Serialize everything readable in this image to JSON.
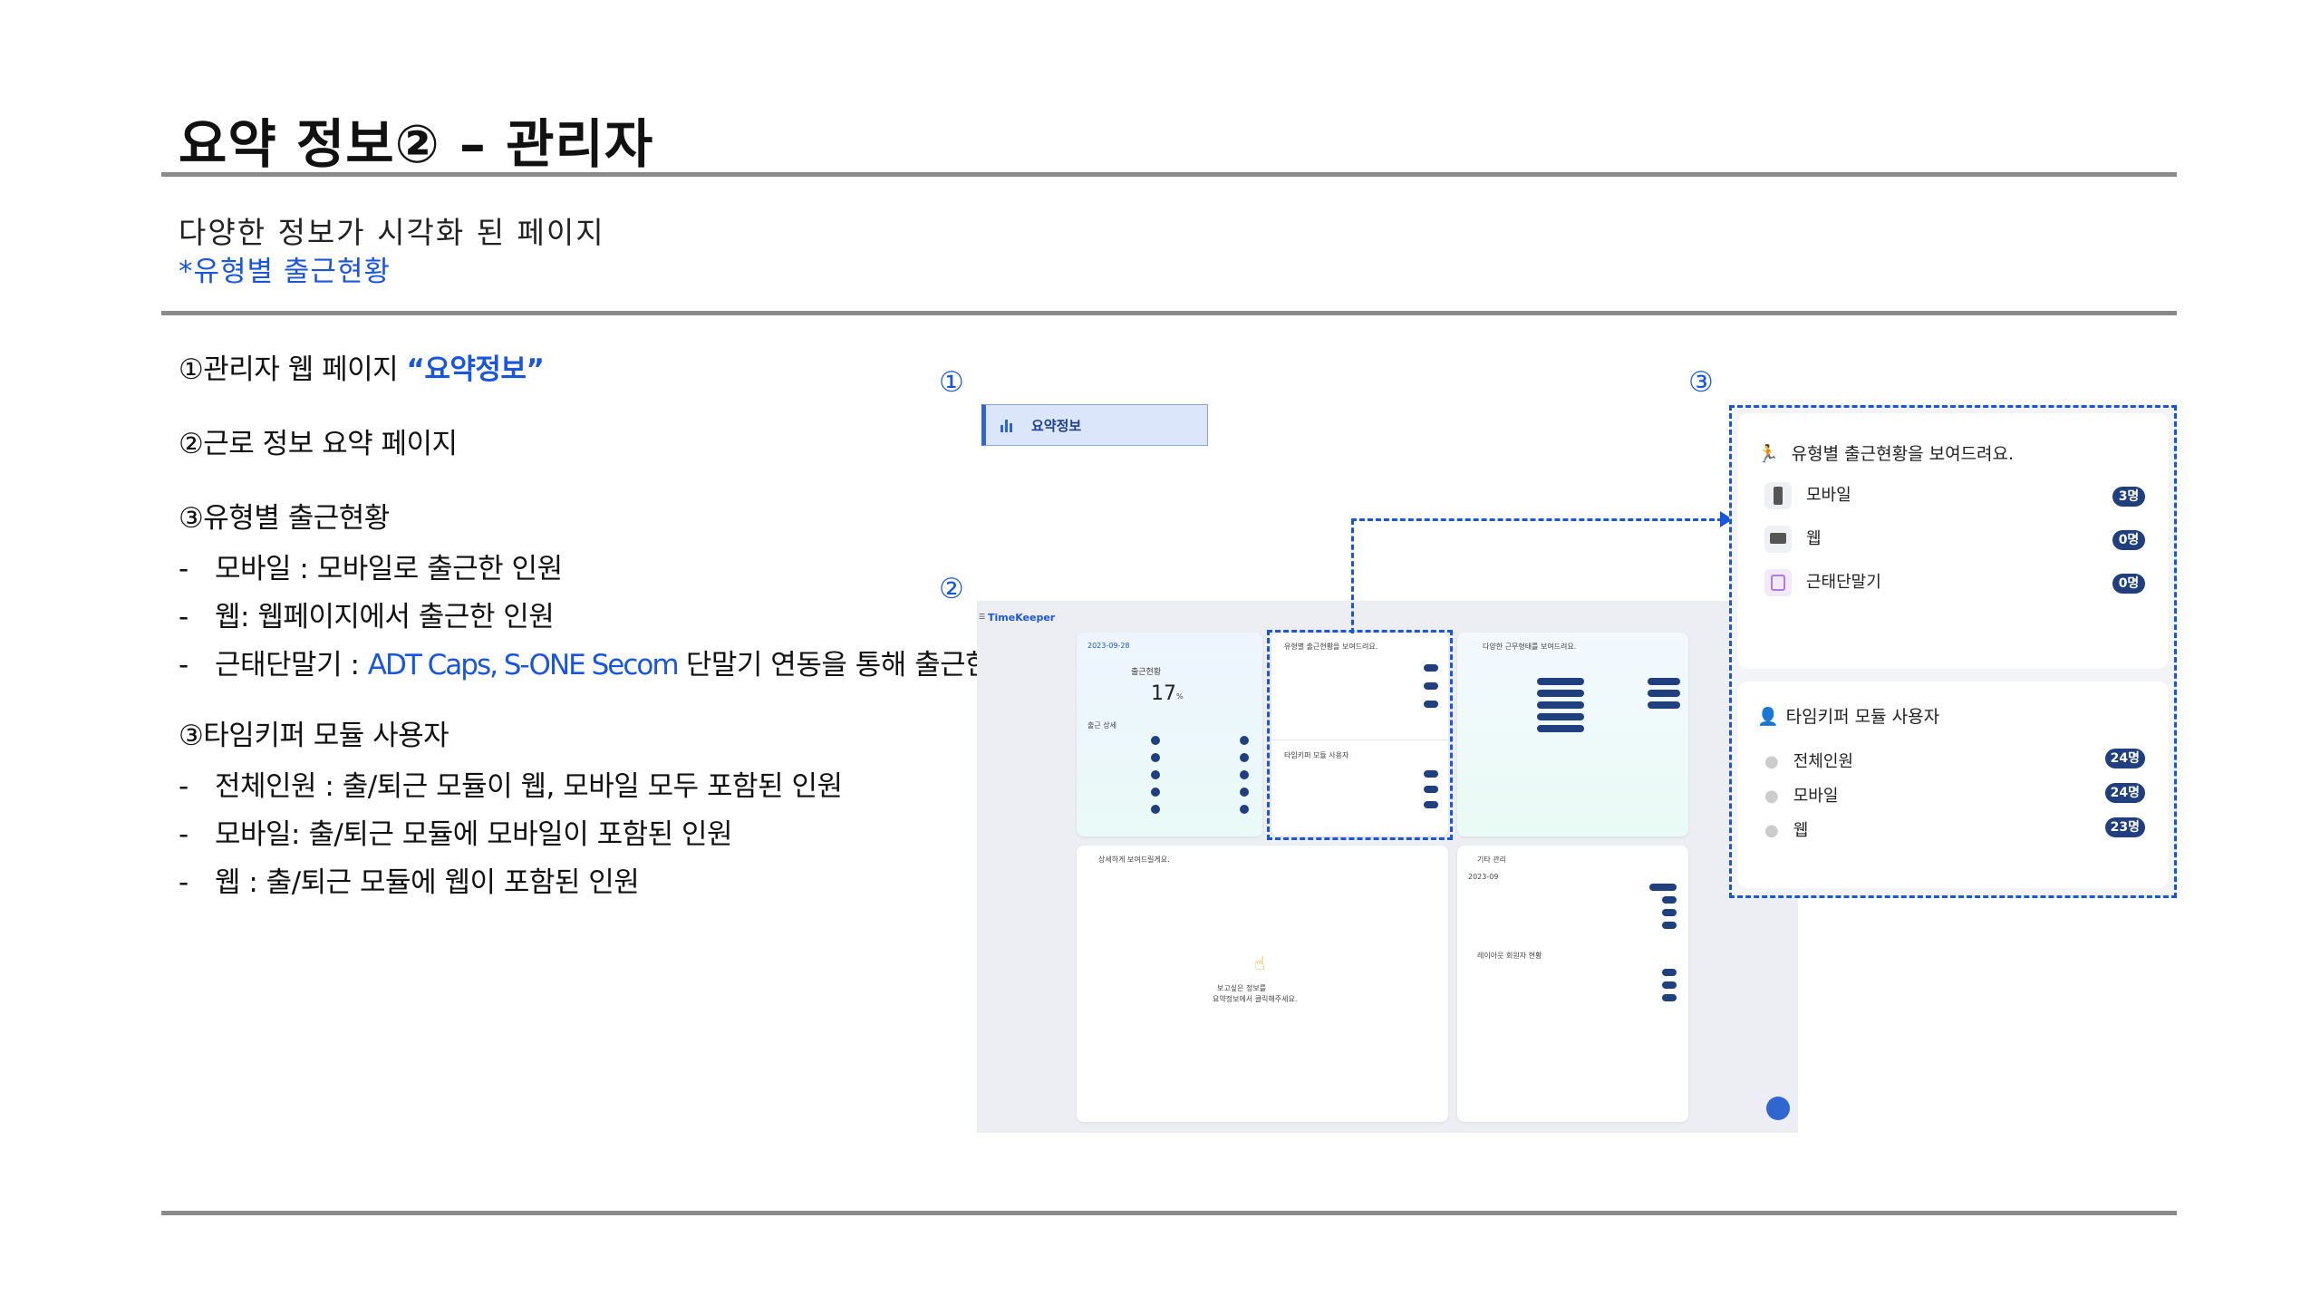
{
  "title": "요약 정보② – 관리자",
  "subtitle": "다양한 정보가 시각화 된 페이지",
  "subtitle_note": "*유형별 출근현황",
  "left_list": {
    "item1_prefix": "①관리자 웹 페이지 ",
    "item1_highlight": "“요약정보”",
    "item2": "②근로 정보 요약 페이지",
    "item3": "③유형별 출근현황",
    "item3_sub1": "모바일 : 모바일로 출근한 인원",
    "item3_sub2": "웹: 웹페이지에서 출근한 인원",
    "item3_sub3_prefix": "근태단말기 : ",
    "item3_sub3_blue": "ADT Caps, S-ONE Secom",
    "item3_sub3_suffix": " 단말기 연동을 통해 출근한 인원",
    "item4": "③타임키퍼 모듈 사용자",
    "item4_sub1": "전체인원 : 출/퇴근 모듈이 웹, 모바일 모두 포함된 인원",
    "item4_sub2": "모바일: 출/퇴근 모듈에 모바일이 포함된 인원",
    "item4_sub3": "웹 : 출/퇴근 모듈에 웹이 포함된 인원",
    "dash": "-"
  },
  "markers": {
    "m1": "①",
    "m2": "②",
    "m3": "③"
  },
  "menu_snippet": {
    "label": "요약정보"
  },
  "dashboard": {
    "brand": "TimeKeeper",
    "date": "2023-09-28",
    "attendance_label": "출근현황",
    "attendance_value": "17",
    "attendance_unit": "%",
    "detail_label": "출근 상세",
    "type_title": "유형별 출근현황을 보여드려요.",
    "module_title": "타임키퍼 모듈 사용자",
    "various_title": "다양한 근무형태를 보여드려요.",
    "detail_panel_title": "상세하게 보여드릴게요.",
    "empty_message1": "보고싶은 정보를",
    "empty_message2": "요약정보에서 클릭해주세요.",
    "other_title": "기타 관리",
    "other_date": "2023-09",
    "legal_title": "레이아웃 회원자 현황"
  },
  "zoom_panel": {
    "type_title": "유형별 출근현황을 보여드려요.",
    "rows": [
      {
        "label": "모바일",
        "count": "3명"
      },
      {
        "label": "웹",
        "count": "0명"
      },
      {
        "label": "근태단말기",
        "count": "0명"
      }
    ],
    "module_title": "타임키퍼 모듈 사용자",
    "module_rows": [
      {
        "label": "전체인원",
        "count": "24명"
      },
      {
        "label": "모바일",
        "count": "24명"
      },
      {
        "label": "웹",
        "count": "23명"
      }
    ]
  },
  "colors": {
    "accent": "#1a56db",
    "badge": "#1f3f7f",
    "rule": "#8a8a8a"
  }
}
